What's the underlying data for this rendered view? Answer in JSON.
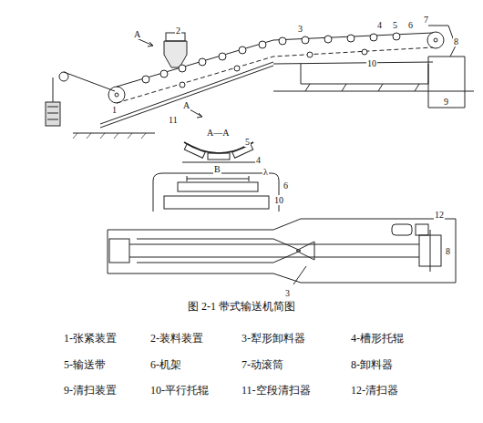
{
  "diagram": {
    "caption": "图 2-1 带式输送机简图",
    "labels": [
      "2",
      "A",
      "A",
      "1",
      "11",
      "3",
      "4",
      "5",
      "6",
      "7",
      "8",
      "10",
      "9",
      "A—A",
      "5",
      "4",
      "λ",
      "6",
      "10",
      "B",
      "12",
      "8",
      "3",
      "1-张紧装置",
      "2-装料装置",
      "3-犁形卸料器",
      "4-槽形托辊",
      "5-输送带",
      "6-机架",
      "7-动滚筒",
      "8-卸料器",
      "9-清扫装置",
      "10-平行托辊",
      "11-空段清扫器",
      "12-清扫器"
    ]
  }
}
